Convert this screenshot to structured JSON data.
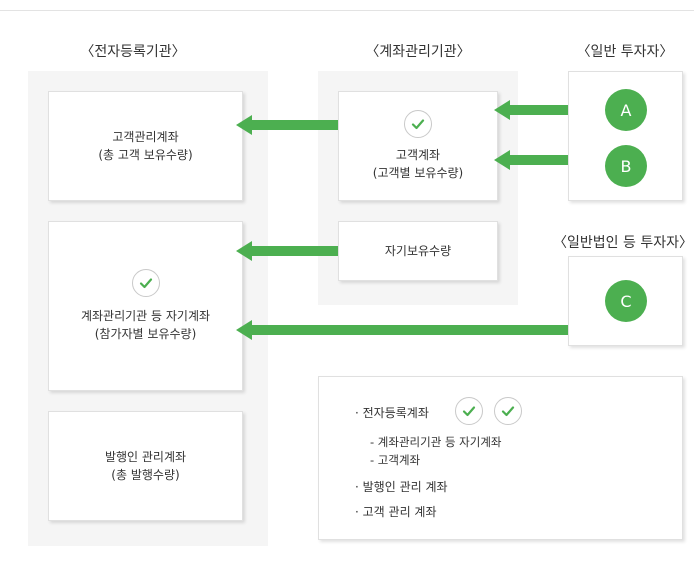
{
  "columns": {
    "left_title": "〈전자등록기관〉",
    "mid_title": "〈계좌관리기관〉",
    "right_title": "〈일반 투자자〉",
    "right2_title": "〈일반법인 등 투자자〉"
  },
  "cards": {
    "customer_mgmt": {
      "line1": "고객관리계좌",
      "line2": "(총 고객 보유수량)"
    },
    "self_account": {
      "line1": "계좌관리기관 등 자기계좌",
      "line2": "(참가자별 보유수량)"
    },
    "issuer_mgmt": {
      "line1": "발행인 관리계좌",
      "line2": "(총 발행수량)"
    },
    "customer_account": {
      "line1": "고객계좌",
      "line2": "(고객별 보유수량)"
    },
    "self_holding": {
      "line1": "자기보유수량"
    }
  },
  "investors": {
    "a": "A",
    "b": "B",
    "c": "C"
  },
  "legend": {
    "item1": "· 전자등록계좌",
    "sub1": "- 계좌관리기관 등 자기계좌",
    "sub2": "- 고객계좌",
    "item2": "· 발행인 관리 계좌",
    "item3": "· 고객 관리 계좌"
  },
  "colors": {
    "accent": "#4caf50",
    "panel": "#f5f5f5",
    "border": "#e0e0e0"
  }
}
